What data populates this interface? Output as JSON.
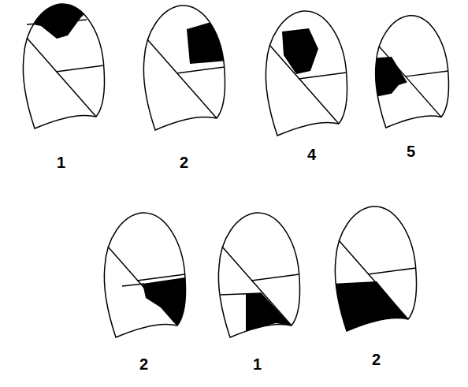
{
  "diagram": {
    "labels": [
      "1",
      "2",
      "4",
      "5",
      "2",
      "1",
      "2"
    ]
  }
}
